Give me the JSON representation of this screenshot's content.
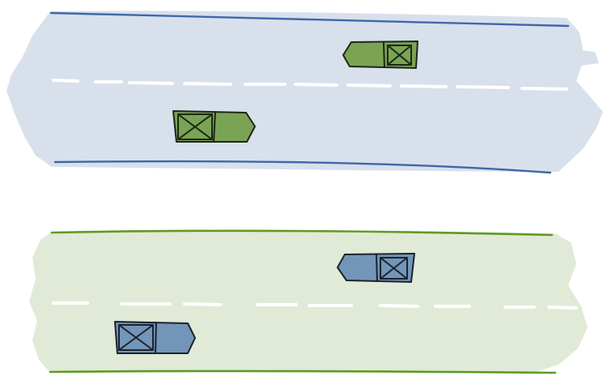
{
  "scene": {
    "roads": [
      {
        "id": "road-blue",
        "surface_color": "#d8e0ec",
        "edge_color": "#3e68a8",
        "lane_marking_color": "#ffffff",
        "lanes": 2,
        "vehicles": [
          {
            "id": "blue-road-upper-car",
            "lane": "upper",
            "facing": "left",
            "body_color": "#7aa453",
            "outline_color": "#1e2618"
          },
          {
            "id": "blue-road-lower-car",
            "lane": "lower",
            "facing": "right",
            "body_color": "#7aa453",
            "outline_color": "#1e2618"
          }
        ]
      },
      {
        "id": "road-green",
        "surface_color": "#e1ead6",
        "edge_color": "#5f9a26",
        "lane_marking_color": "#ffffff",
        "lanes": 2,
        "vehicles": [
          {
            "id": "green-road-upper-car",
            "lane": "upper",
            "facing": "left",
            "body_color": "#7396b8",
            "outline_color": "#1b2330"
          },
          {
            "id": "green-road-lower-car",
            "lane": "lower",
            "facing": "right",
            "body_color": "#7396b8",
            "outline_color": "#1b2330"
          }
        ]
      }
    ]
  }
}
